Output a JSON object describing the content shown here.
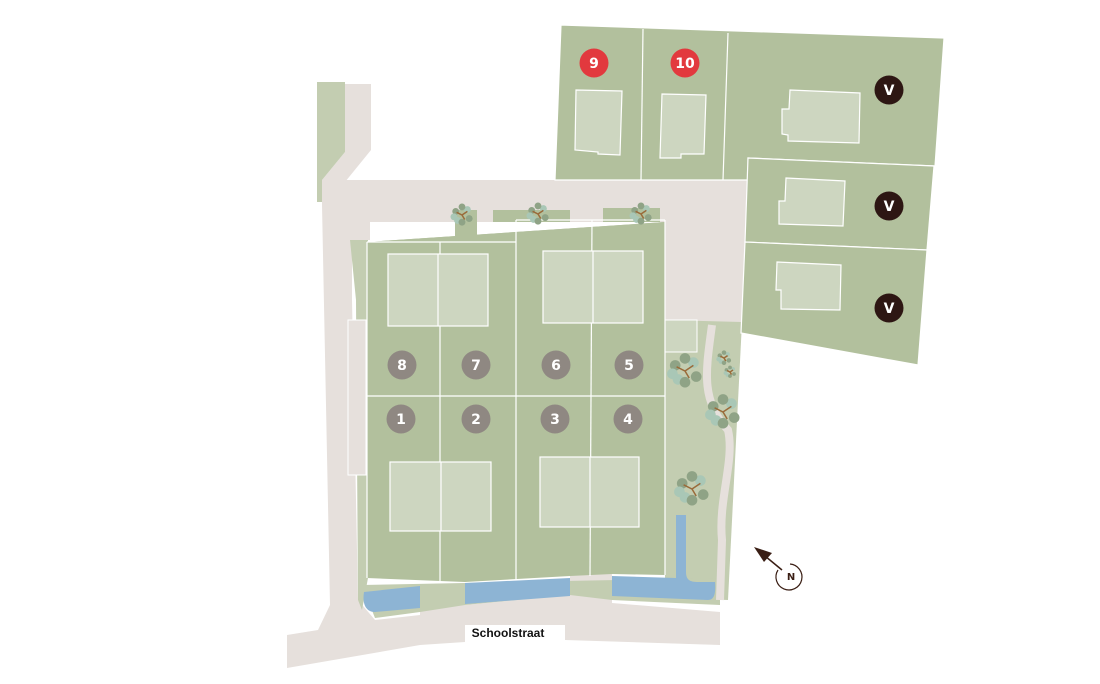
{
  "map": {
    "street_name": "Schoolstraat",
    "compass_label": "N",
    "colors": {
      "lot": "#b2c09d",
      "house": "#cdd6c0",
      "road": "#e6e0dc",
      "water": "#8db4d4",
      "greenery": "#c3cdb1",
      "available": "#8f8882",
      "highlight": "#e2393e",
      "sold": "#2d1613"
    },
    "lots": [
      {
        "label": "1",
        "status": "available"
      },
      {
        "label": "2",
        "status": "available"
      },
      {
        "label": "3",
        "status": "available"
      },
      {
        "label": "4",
        "status": "available"
      },
      {
        "label": "5",
        "status": "available"
      },
      {
        "label": "6",
        "status": "available"
      },
      {
        "label": "7",
        "status": "available"
      },
      {
        "label": "8",
        "status": "available"
      },
      {
        "label": "9",
        "status": "highlight"
      },
      {
        "label": "10",
        "status": "highlight"
      },
      {
        "label": "V",
        "status": "sold"
      },
      {
        "label": "V",
        "status": "sold"
      },
      {
        "label": "V",
        "status": "sold"
      }
    ]
  }
}
